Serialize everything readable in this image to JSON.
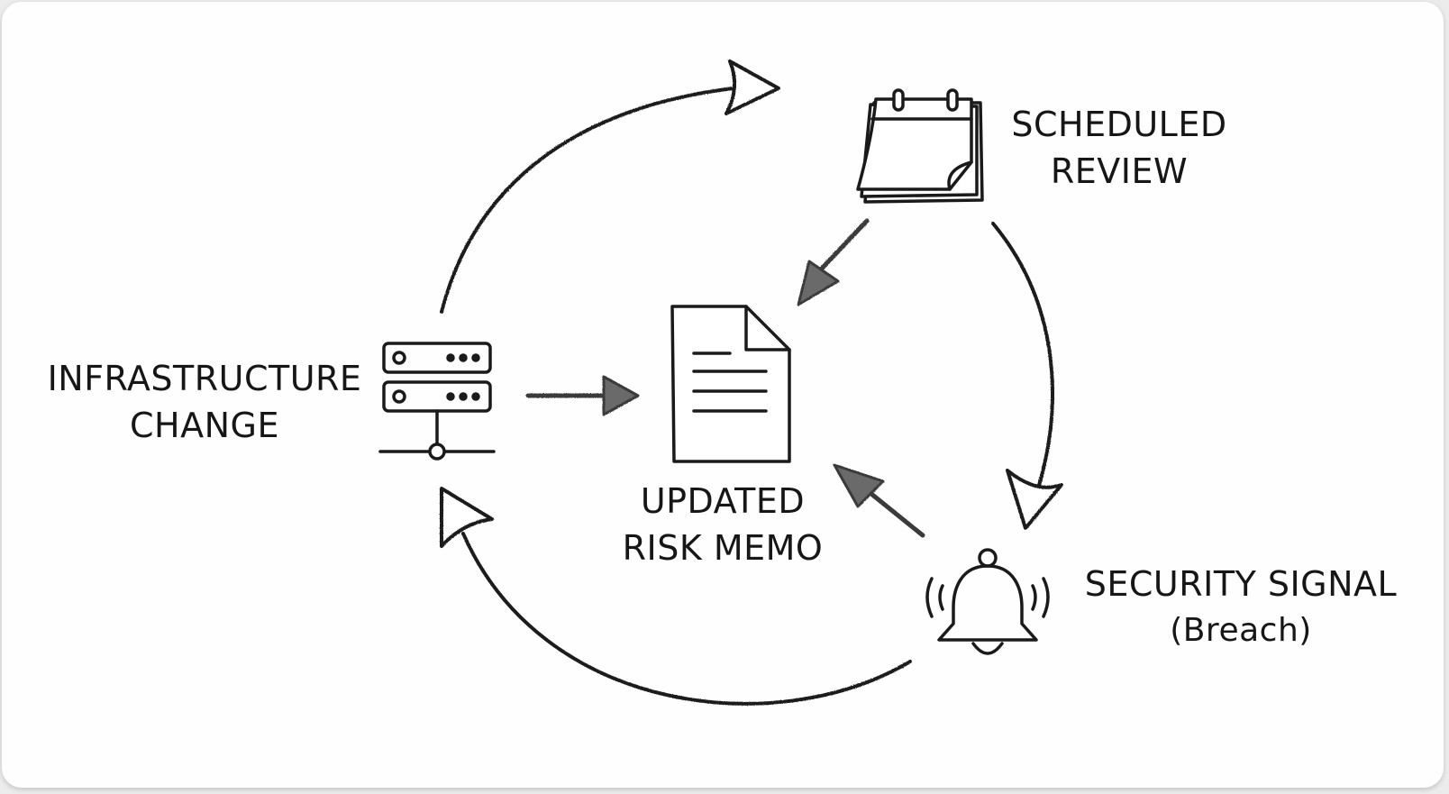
{
  "nodes": {
    "infrastructure_change": {
      "line1": "INFRASTRUCTURE",
      "line2": "CHANGE",
      "icon": "server-rack-icon"
    },
    "scheduled_review": {
      "line1": "SCHEDULED",
      "line2": "REVIEW",
      "icon": "calendar-icon"
    },
    "updated_risk_memo": {
      "line1": "UPDATED",
      "line2": "RISK MEMO",
      "icon": "document-icon"
    },
    "security_signal": {
      "line1": "SECURITY SIGNAL",
      "line2": "(Breach)",
      "icon": "alarm-bell-icon"
    }
  },
  "colors": {
    "ink": "#161616",
    "background": "#fefefe"
  }
}
